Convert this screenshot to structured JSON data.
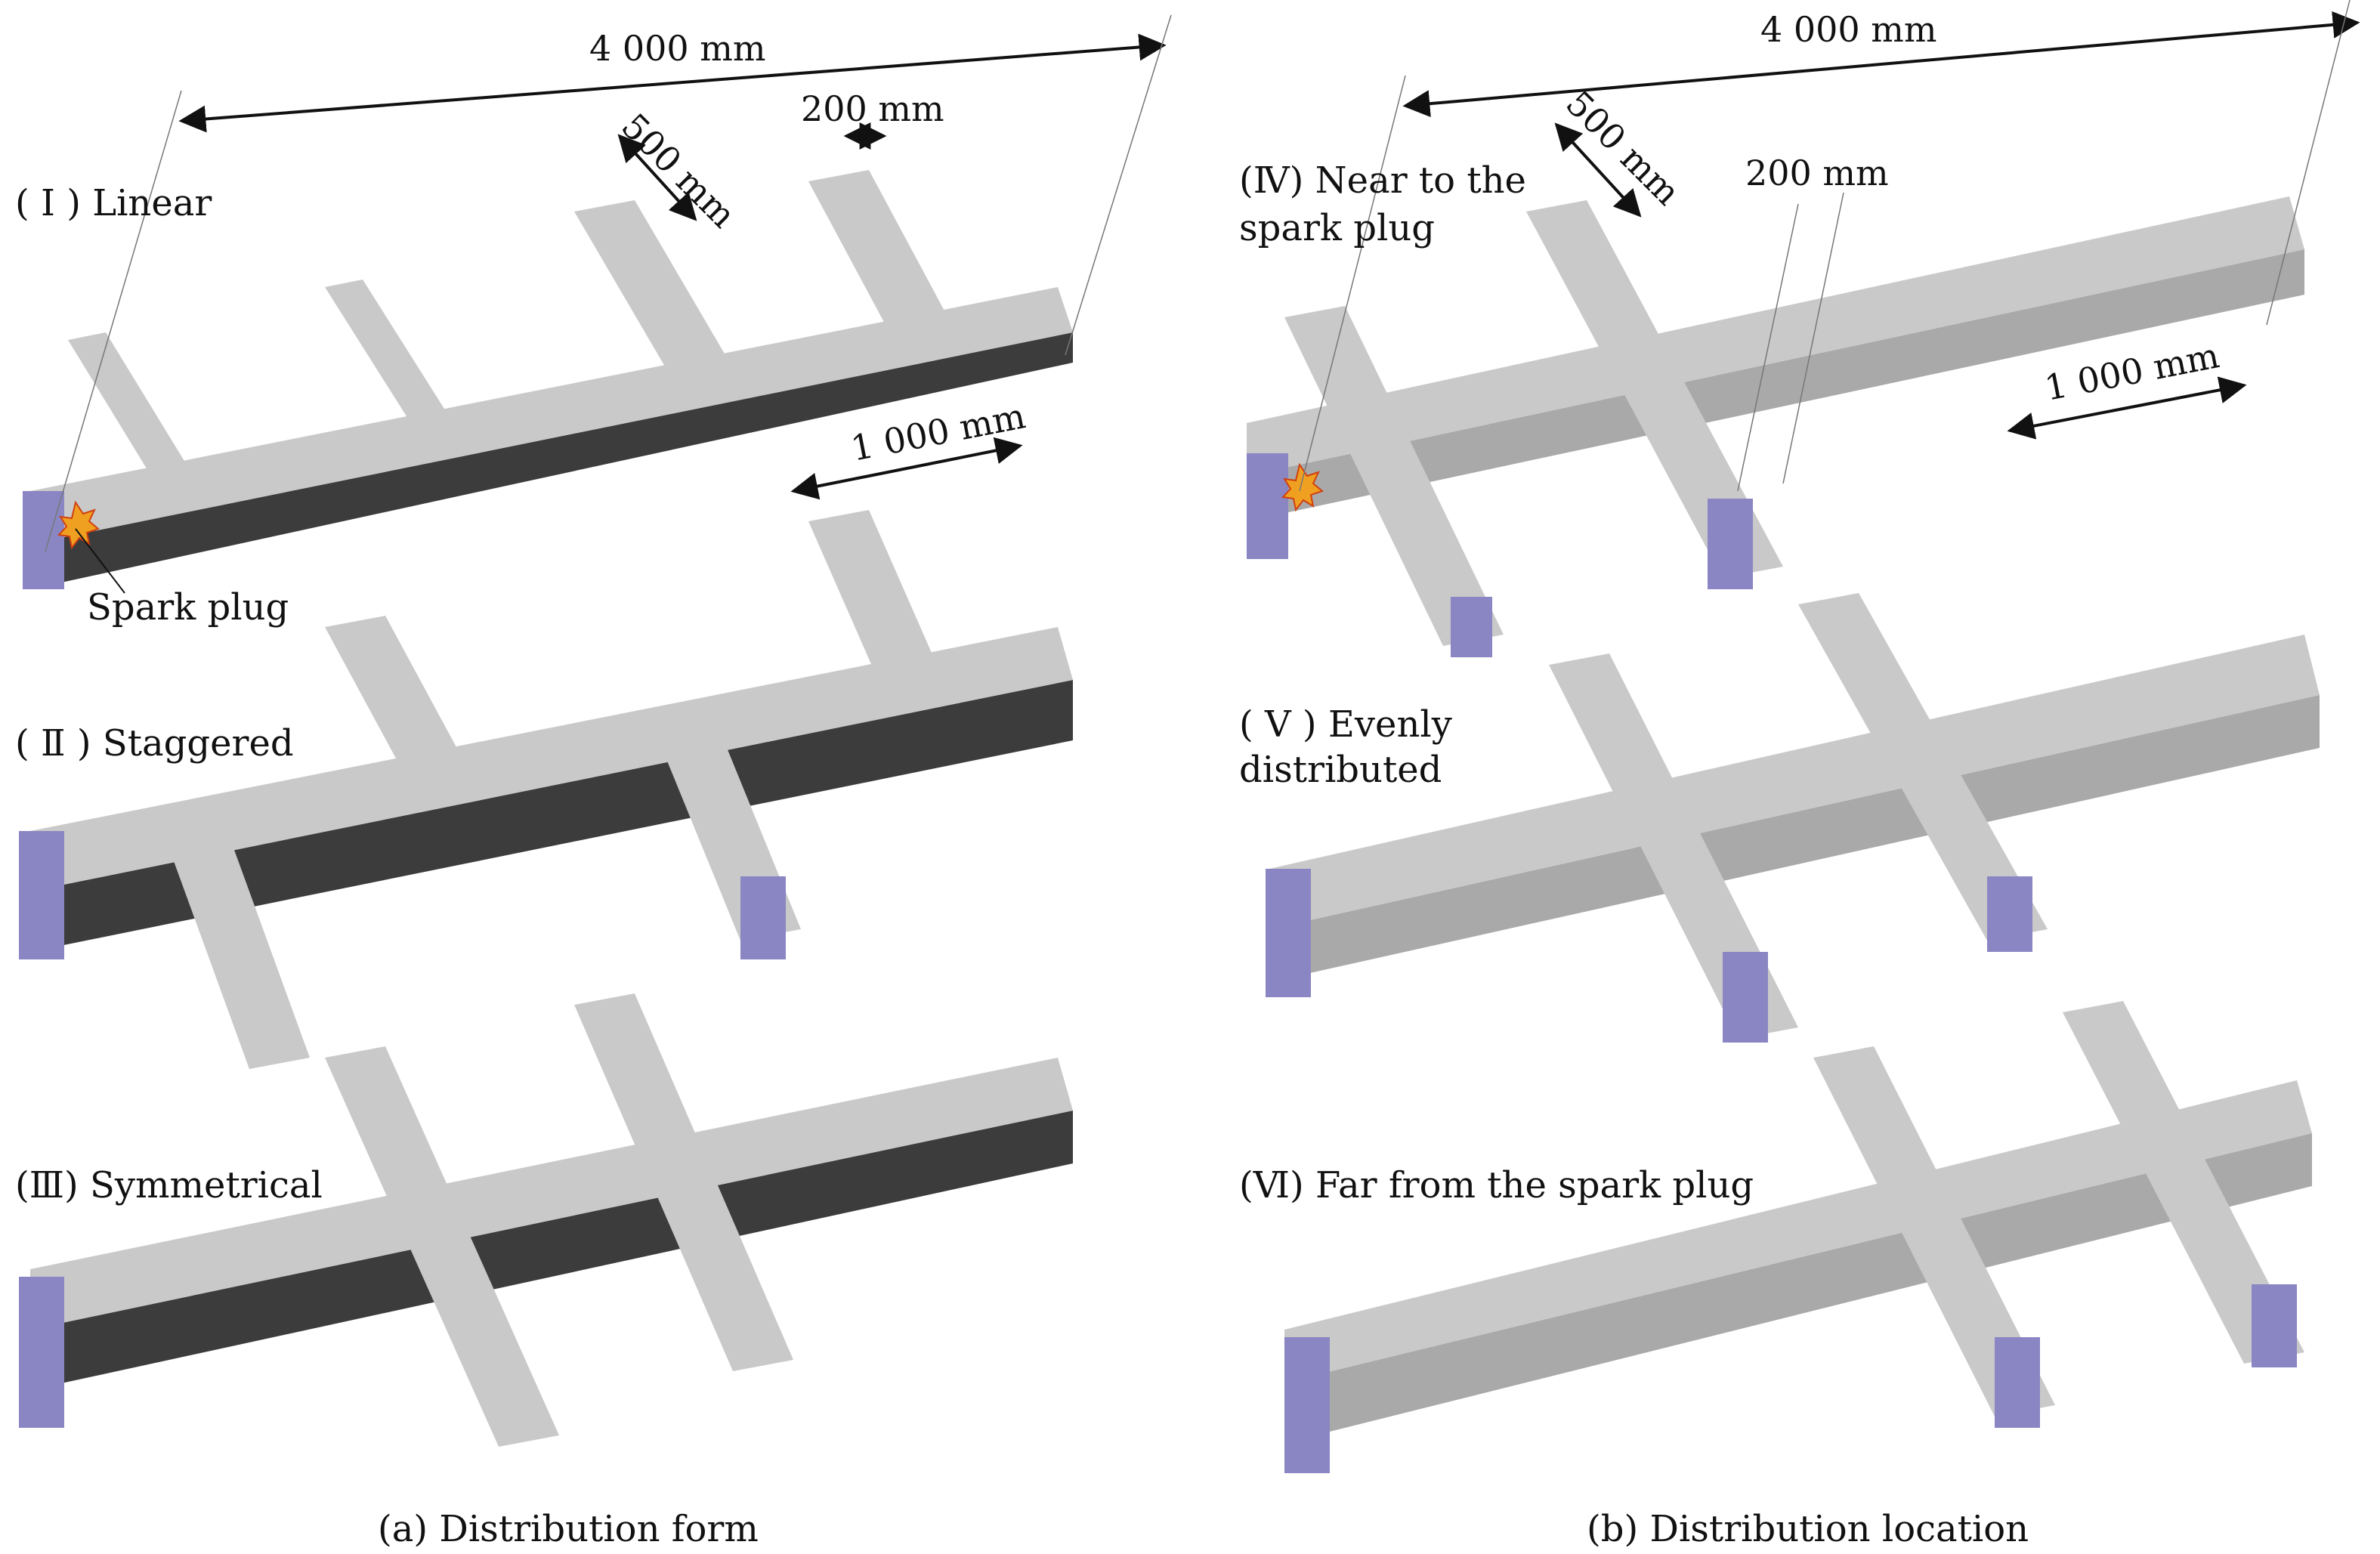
{
  "panels": {
    "left": {
      "caption": "(a) Distribution form",
      "dims": {
        "total_length": "4 000 mm",
        "branch_length": "500 mm",
        "branch_width": "200 mm",
        "segment_length": "1 000 mm"
      },
      "configs": [
        {
          "label": "( Ⅰ ) Linear"
        },
        {
          "label": "( Ⅱ ) Staggered"
        },
        {
          "label": "(Ⅲ) Symmetrical"
        }
      ],
      "spark_plug_label": "Spark plug"
    },
    "right": {
      "caption": "(b) Distribution location",
      "dims": {
        "total_length": "4 000 mm",
        "branch_length": "500 mm",
        "branch_width": "200 mm",
        "segment_length": "1 000 mm"
      },
      "configs": [
        {
          "label_line1": "(Ⅳ) Near to the",
          "label_line2": "spark plug"
        },
        {
          "label_line1": "( Ⅴ ) Evenly",
          "label_line2": "distributed"
        },
        {
          "label": "(Ⅵ) Far from the spark plug"
        }
      ]
    }
  },
  "colors": {
    "top_face": "#c9c9c9",
    "front_face": "#3c3c3c",
    "light_front": "#a9a9a9",
    "end_plate": "#8a86c4",
    "flange": "#bdbdbd",
    "spark": "#f0a020",
    "dim_line": "#111111"
  }
}
